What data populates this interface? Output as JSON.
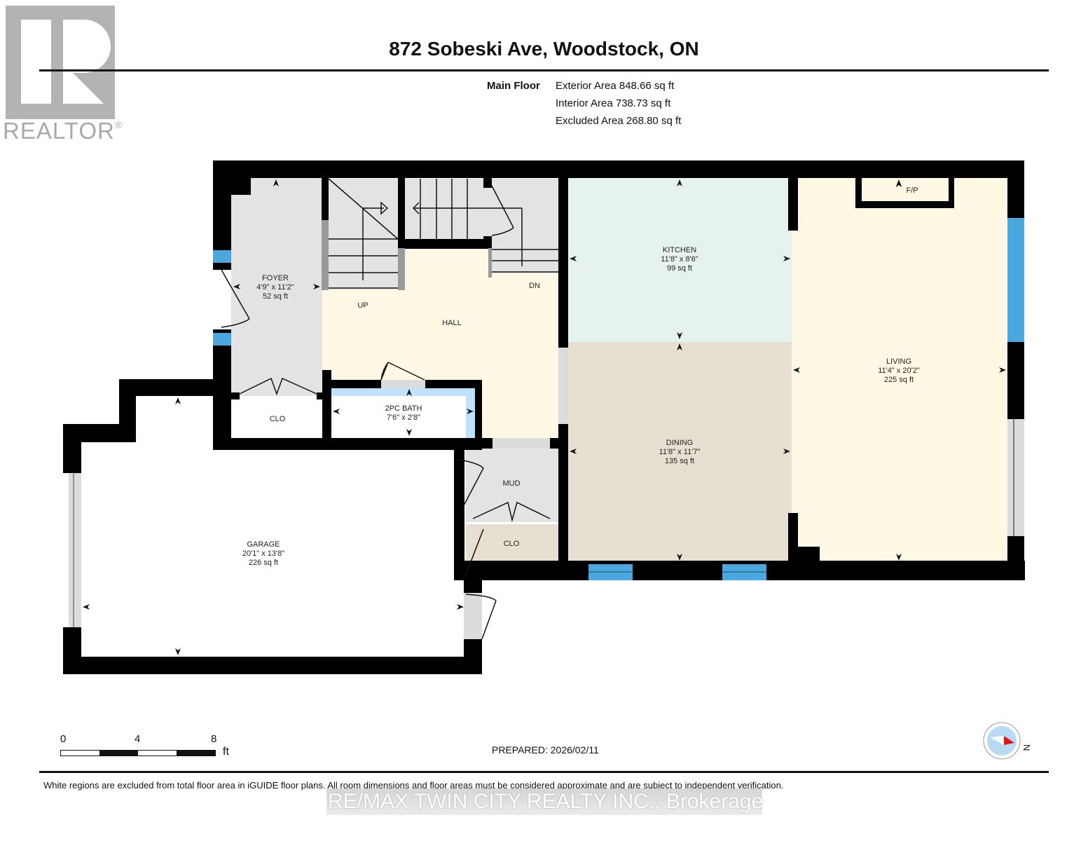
{
  "logo": {
    "text": "REALTOR",
    "mark": "®"
  },
  "header": {
    "title": "872 Sobeski Ave, Woodstock, ON"
  },
  "floor_summary": {
    "floor_name": "Main Floor",
    "areas": [
      "Exterior Area 848.66 sq ft",
      "Interior Area 738.73 sq ft",
      "Excluded Area 268.80 sq ft"
    ]
  },
  "rooms": {
    "foyer": {
      "name": "FOYER",
      "dims": "4'9\" x 11'2\"",
      "area": "52 sq ft"
    },
    "hall": {
      "name": "HALL"
    },
    "up": {
      "name": "UP"
    },
    "dn": {
      "name": "DN"
    },
    "bath": {
      "name": "2PC BATH",
      "dims": "7'6\" x 2'8\""
    },
    "clo1": {
      "name": "CLO"
    },
    "kitchen": {
      "name": "KITCHEN",
      "dims": "11'8\" x 8'6\"",
      "area": "99 sq ft"
    },
    "dining": {
      "name": "DINING",
      "dims": "11'8\" x 11'7\"",
      "area": "135 sq ft"
    },
    "living": {
      "name": "LIVING",
      "dims": "11'4\" x 20'2\"",
      "area": "225 sq ft"
    },
    "fp": {
      "name": "F/P"
    },
    "mud": {
      "name": "MUD"
    },
    "clo2": {
      "name": "CLO"
    },
    "garage": {
      "name": "GARAGE",
      "dims": "20'1\" x 13'8\"",
      "area": "226 sq ft"
    }
  },
  "colors": {
    "wall": "#000000",
    "foyer": "#e3e3e3",
    "hall": "#fef8e4",
    "bath": "#bfe3fb",
    "closet": "#e7dfd1",
    "kitchen": "#e6f2ec",
    "dining": "#e7dfd1",
    "living": "#fef8e4",
    "garage": "#ffffff",
    "window": "#4aa8df",
    "compass_needle": "#e0161b"
  },
  "scale": {
    "ticks": [
      "0",
      "4",
      "8"
    ],
    "unit": "ft"
  },
  "prepared": "PREPARED: 2026/02/11",
  "compass": {
    "label": "N"
  },
  "footer": {
    "disclaimer": "White regions are excluded from total floor area in iGUIDE floor plans. All room dimensions and floor areas must be considered approximate and are subject to independent verification.",
    "watermark": "RE/MAX TWIN CITY REALTY INC., Brokerage"
  }
}
